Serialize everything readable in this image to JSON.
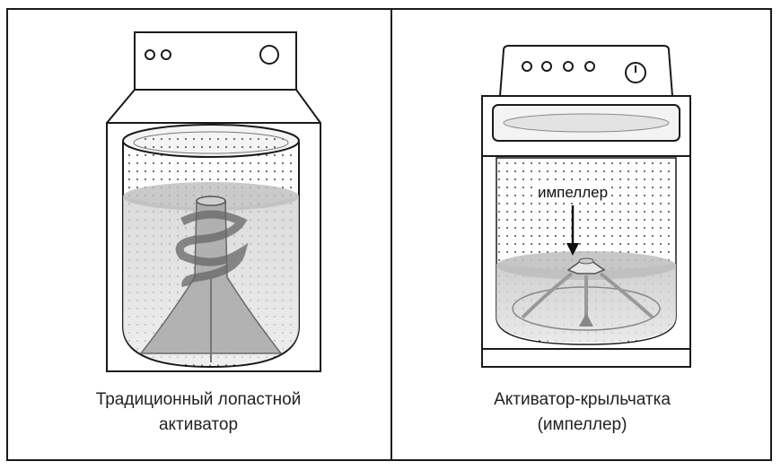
{
  "left_panel": {
    "caption_line1": "Традиционный лопастной",
    "caption_line2": "активатор"
  },
  "right_panel": {
    "callout_label": "импеллер",
    "caption_line1": "Активатор-крыльчатка",
    "caption_line2": "(импеллер)"
  }
}
